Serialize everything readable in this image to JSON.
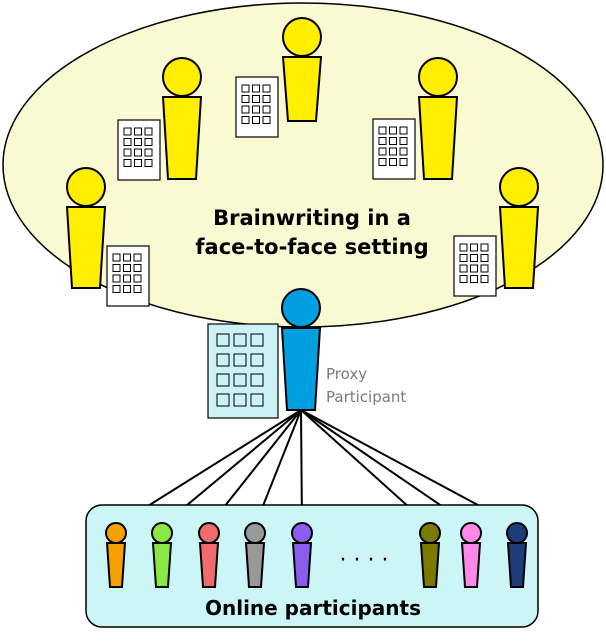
{
  "face_to_face": {
    "title_line1": "Brainwriting in a",
    "title_line2": "face-to-face setting",
    "fill_color": "#fafad2",
    "person_color": "#ffee00",
    "sheet_fill": "#ffffff"
  },
  "proxy": {
    "label_line1": "Proxy",
    "label_line2": "Participant",
    "person_color": "#00a0e0",
    "sheet_fill": "#ccf2f4"
  },
  "online": {
    "label": "Online participants",
    "box_fill": "#ccf5f5",
    "ellipsis": "· · · ·",
    "participant_colors": [
      "#f5a000",
      "#88e844",
      "#f06c6c",
      "#999999",
      "#8b5cf0",
      "#7a7a00",
      "#ff88e8",
      "#1e3c7a"
    ]
  },
  "icons": [
    "person-icon",
    "sheet-icon"
  ]
}
